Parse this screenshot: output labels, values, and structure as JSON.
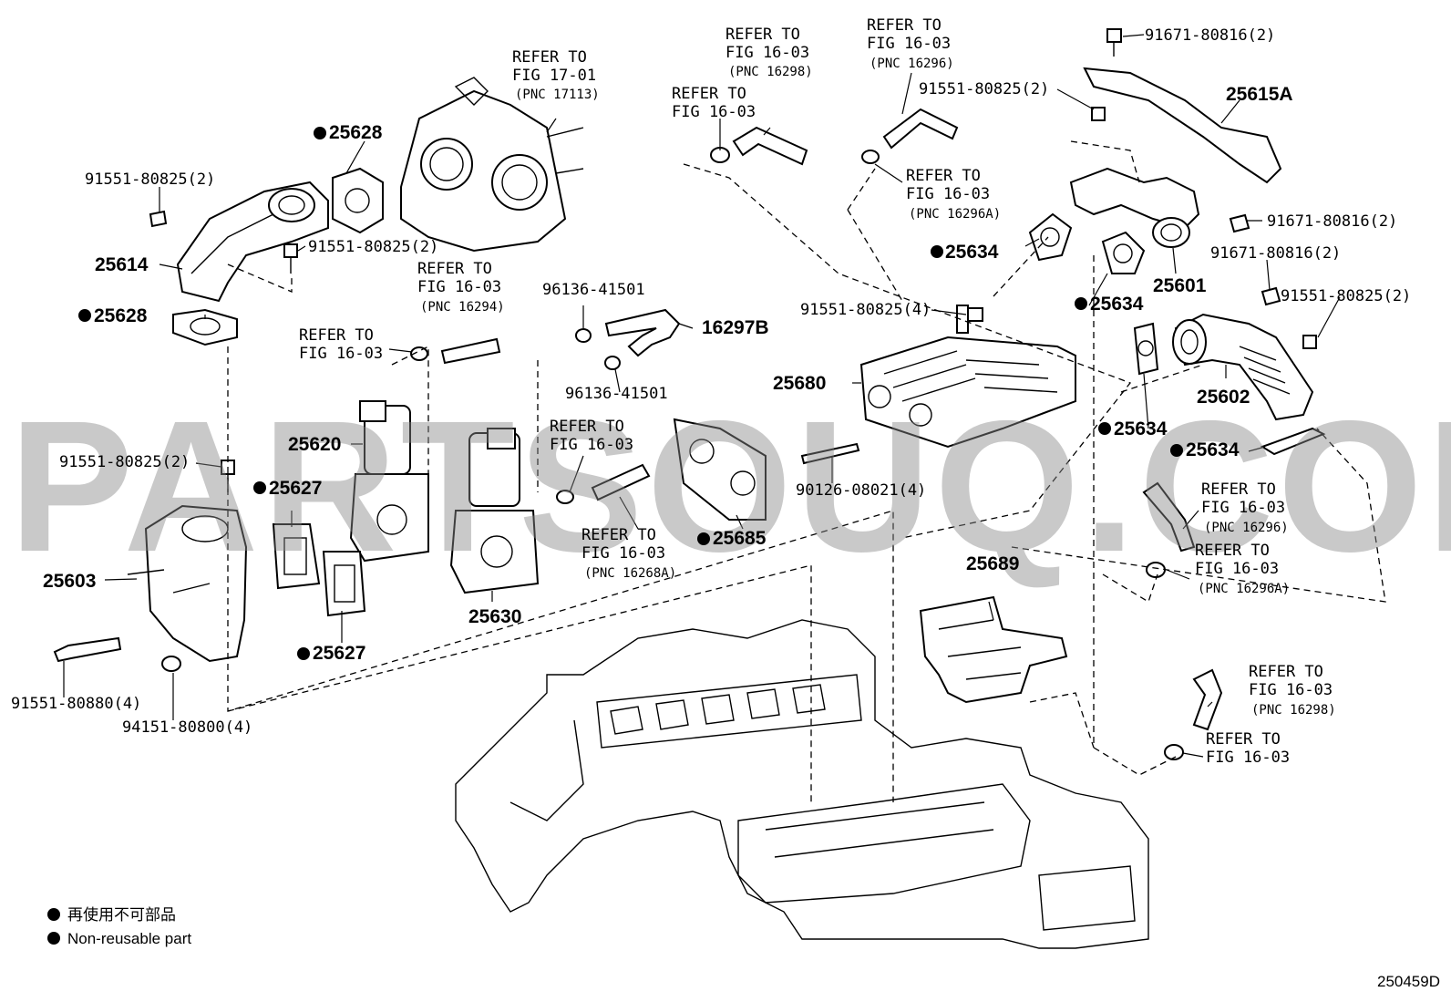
{
  "labels": {
    "p25628_top": "25628",
    "p25614": "25614",
    "p25628_mid": "25628",
    "p25603": "25603",
    "p25620": "25620",
    "p25627_a": "25627",
    "p25627_b": "25627",
    "p25630": "25630",
    "p25685": "25685",
    "p16297B": "16297B",
    "p25680": "25680",
    "p25634_a": "25634",
    "p25634_b": "25634",
    "p25634_c": "25634",
    "p25634_d": "25634",
    "p25601": "25601",
    "p25602": "25602",
    "p25615A": "25615A",
    "p25689": "25689",
    "b_91551_80825_a": "91551-80825(2)",
    "b_91551_80825_b": "91551-80825(2)",
    "b_91551_80825_c": "91551-80825(2)",
    "b_91551_80825_d": "91551-80825(4)",
    "b_91551_80825_e": "91551-80825(2)",
    "b_91551_80825_f": "91551-80825(2)",
    "b_91551_80880": "91551-80880(4)",
    "b_94151_80800": "94151-80800(4)",
    "b_96136_41501_a": "96136-41501",
    "b_96136_41501_b": "96136-41501",
    "b_90126_08021": "90126-08021(4)",
    "b_91671_80816_a": "91671-80816(2)",
    "b_91671_80816_b": "91671-80816(2)",
    "b_91671_80816_c": "91671-80816(2)"
  },
  "refs": {
    "r1701": {
      "l1": "REFER TO",
      "l2": "FIG 17-01",
      "pnc": "(PNC 17113)"
    },
    "r16298_top": {
      "l1": "REFER TO",
      "l2": "FIG 16-03",
      "pnc": "(PNC 16298)"
    },
    "r1603_top": {
      "l1": "REFER TO",
      "l2": "FIG 16-03"
    },
    "r16296_top": {
      "l1": "REFER TO",
      "l2": "FIG 16-03",
      "pnc": "(PNC 16296)"
    },
    "r16296A_top": {
      "l1": "REFER TO",
      "l2": "FIG 16-03",
      "pnc": "(PNC 16296A)"
    },
    "r16294": {
      "l1": "REFER TO",
      "l2": "FIG 16-03",
      "pnc": "(PNC 16294)"
    },
    "r1603_left": {
      "l1": "REFER TO",
      "l2": "FIG 16-03"
    },
    "r1603_mid": {
      "l1": "REFER TO",
      "l2": "FIG 16-03"
    },
    "r16268A": {
      "l1": "REFER TO",
      "l2": "FIG 16-03",
      "pnc": "(PNC 16268A)"
    },
    "r16296_right": {
      "l1": "REFER TO",
      "l2": "FIG 16-03",
      "pnc": "(PNC 16296)"
    },
    "r16296A_right": {
      "l1": "REFER TO",
      "l2": "FIG 16-03",
      "pnc": "(PNC 16296A)"
    },
    "r16298_bottom": {
      "l1": "REFER TO",
      "l2": "FIG 16-03",
      "pnc": "(PNC 16298)"
    },
    "r1603_bottom": {
      "l1": "REFER TO",
      "l2": "FIG 16-03"
    }
  },
  "watermark": "PARTSOUQ.COM",
  "legend": {
    "jp": "再使用不可部品",
    "en": "Non-reusable part"
  },
  "figure_code": "250459D"
}
